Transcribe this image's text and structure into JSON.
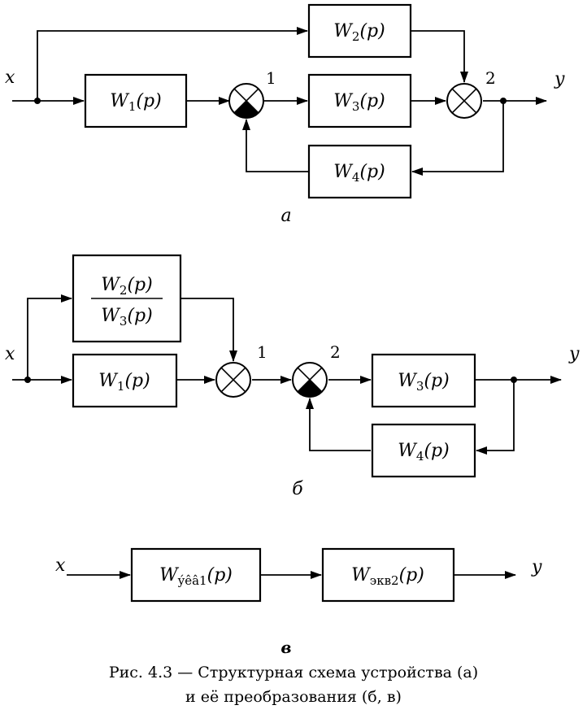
{
  "diagram_a": {
    "input": "x",
    "output": "y",
    "blocks": {
      "w1": {
        "name": "W",
        "sub": "1",
        "arg": "(p)"
      },
      "w2": {
        "name": "W",
        "sub": "2",
        "arg": "(p)"
      },
      "w3": {
        "name": "W",
        "sub": "3",
        "arg": "(p)"
      },
      "w4": {
        "name": "W",
        "sub": "4",
        "arg": "(p)"
      }
    },
    "sum1_label": "1",
    "sum2_label": "2",
    "label": "а"
  },
  "diagram_b": {
    "input": "x",
    "output": "y",
    "fraction": {
      "num": {
        "name": "W",
        "sub": "2",
        "arg": "(p)"
      },
      "den": {
        "name": "W",
        "sub": "3",
        "arg": "(p)"
      }
    },
    "blocks": {
      "w1": {
        "name": "W",
        "sub": "1",
        "arg": "(p)"
      },
      "w3": {
        "name": "W",
        "sub": "3",
        "arg": "(p)"
      },
      "w4": {
        "name": "W",
        "sub": "4",
        "arg": "(p)"
      }
    },
    "sum1_label": "1",
    "sum2_label": "2",
    "label": "б"
  },
  "diagram_c": {
    "input": "x",
    "output": "y",
    "blocks": {
      "eq1": {
        "name": "W",
        "sub": "ýêâ1",
        "arg": "(p)"
      },
      "eq2": {
        "name": "W",
        "sub": "экв2",
        "arg": "(p)"
      }
    },
    "label": "в"
  },
  "caption": {
    "line1": "Рис. 4.3 — Структурная схема устройства (а)",
    "line2": "и её преобразования (б, в)"
  }
}
